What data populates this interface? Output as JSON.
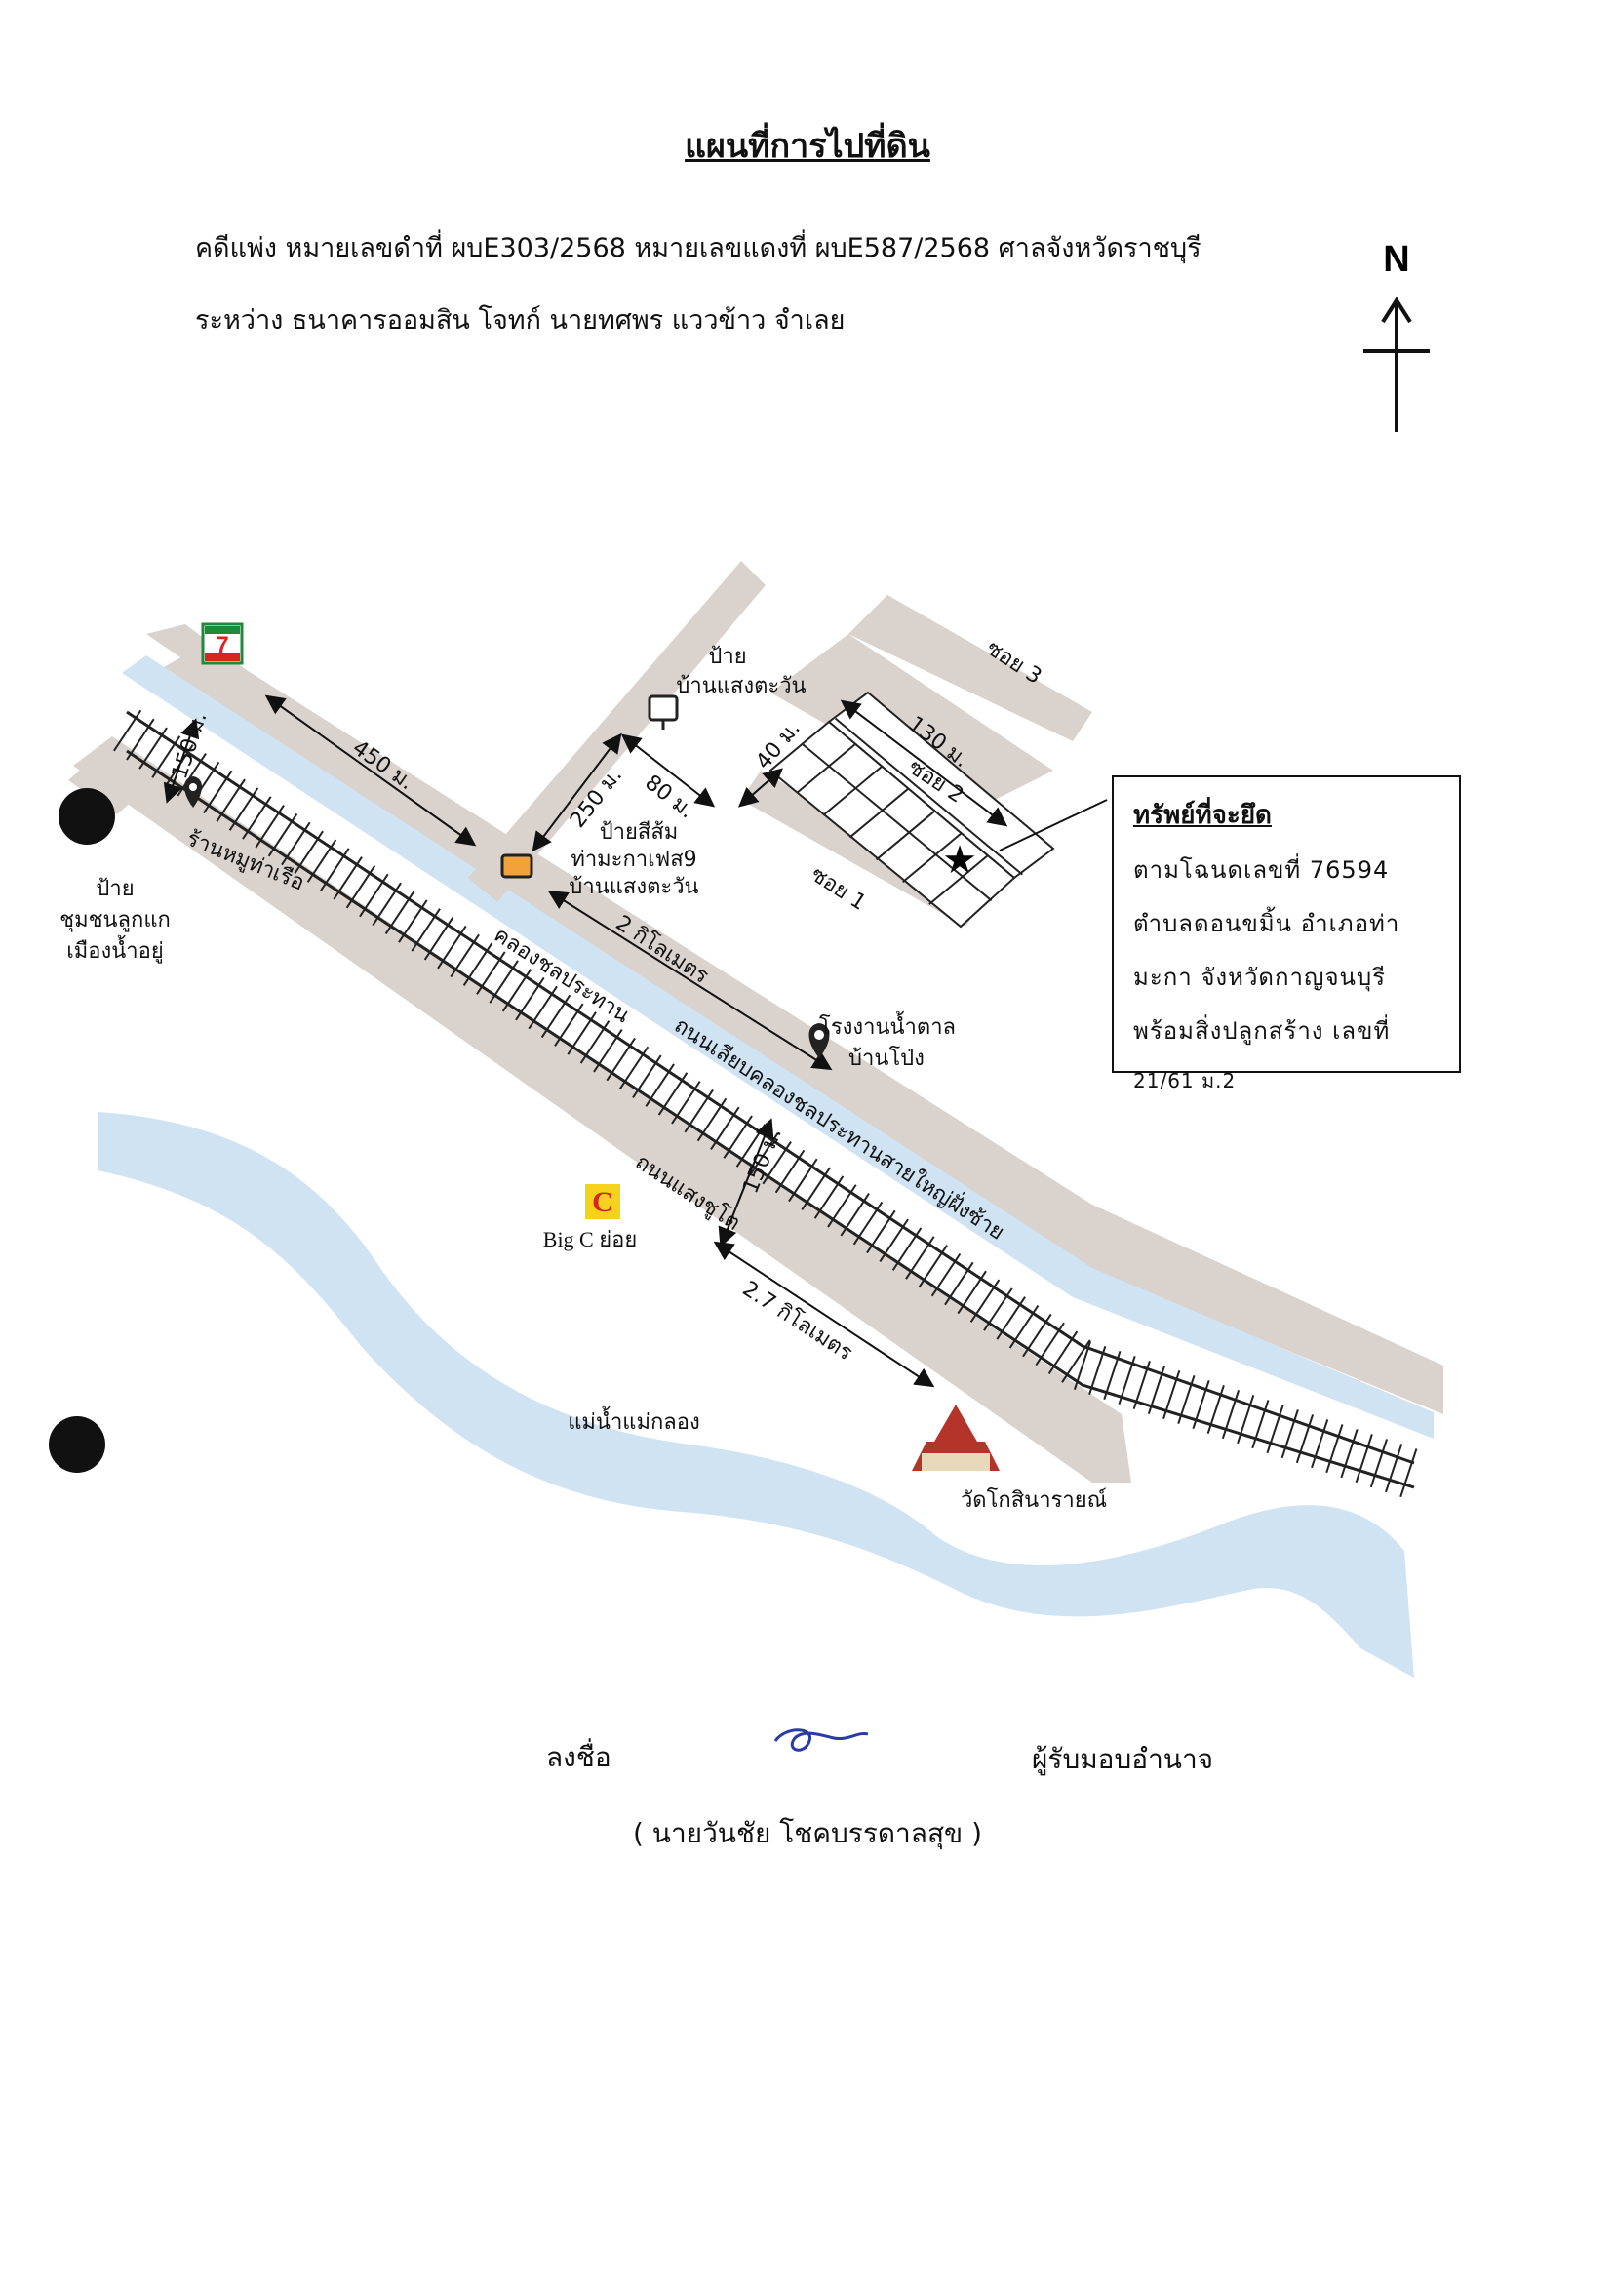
{
  "title": "แผนที่การไปที่ดิน",
  "case_line_1": "คดีแพ่ง หมายเลขดำที่ ผบE303/2568 หมายเลขแดงที่ ผบE587/2568 ศาลจังหวัดราชบุรี",
  "case_line_2": "ระหว่าง ธนาคารออมสิน โจทก์  นายทศพร แววข้าว จำเลย",
  "north_label": "N",
  "map": {
    "labels": {
      "sign_ban_saeng_tawan_1": "ป้าย",
      "sign_ban_saeng_tawan_2": "บ้านแสงตะวัน",
      "orange_sign_1": "ป้ายสีส้ม",
      "orange_sign_2": "ท่ามะกาเฟส9",
      "orange_sign_3": "บ้านแสงตะวัน",
      "community_sign_1": "ป้าย",
      "community_sign_2": "ชุมชนลูกแก",
      "community_sign_3": "เมืองน้ำอยู่",
      "shop": "ร้านหมูท่าเรือ",
      "canal": "คลองชลประทาน",
      "canal_road": "ถนนเลียบคลองชลประทานสายใหญ่ฝั่งซ้าย",
      "sugar_factory_1": "โรงงานน้ำตาล",
      "sugar_factory_2": "บ้านโป่ง",
      "road_saeng_chuto": "ถนนแสงชูโต",
      "big_c": "Big C ย่อย",
      "river": "แม่น้ำแม่กลอง",
      "temple": "วัดโกสินารายณ์",
      "soi_1": "ซอย 1",
      "soi_2": "ซอย 2",
      "soi_3": "ซอย 3",
      "seven_eleven": "7"
    },
    "distances": {
      "d450": "450 ม.",
      "d250": "250 ม.",
      "d80": "80 ม.",
      "d40": "40 ม.",
      "d130": "130 ม.",
      "d150a": "150 ม.",
      "d150b": "150 ม.",
      "d2km": "2 กิโลเมตร",
      "d27km": "2.7 กิโลเมตร"
    },
    "colors": {
      "road": "#d9d2cd",
      "water": "#cfe3f3",
      "rail": "#222222",
      "orange_sign": "#f2a23a",
      "seven_green": "#1f8a3b",
      "seven_red": "#d7261e",
      "bigc_yellow": "#f5d21b",
      "temple_red": "#b5342a"
    }
  },
  "property_box": {
    "heading": "ทรัพย์ที่จะยึด",
    "line1": "ตามโฉนดเลขที่ 76594",
    "line2": "ตำบลดอนขมิ้น อำเภอท่า",
    "line3": "มะกา จังหวัดกาญจนบุรี",
    "line4": "พร้อมสิ่งปลูกสร้าง เลขที่",
    "line5": "21/61 ม.2"
  },
  "signature": {
    "label": "ลงชื่อ",
    "role": "ผู้รับมอบอำนาจ",
    "name": "( นายวันชัย  โชคบรรดาลสุข )"
  }
}
